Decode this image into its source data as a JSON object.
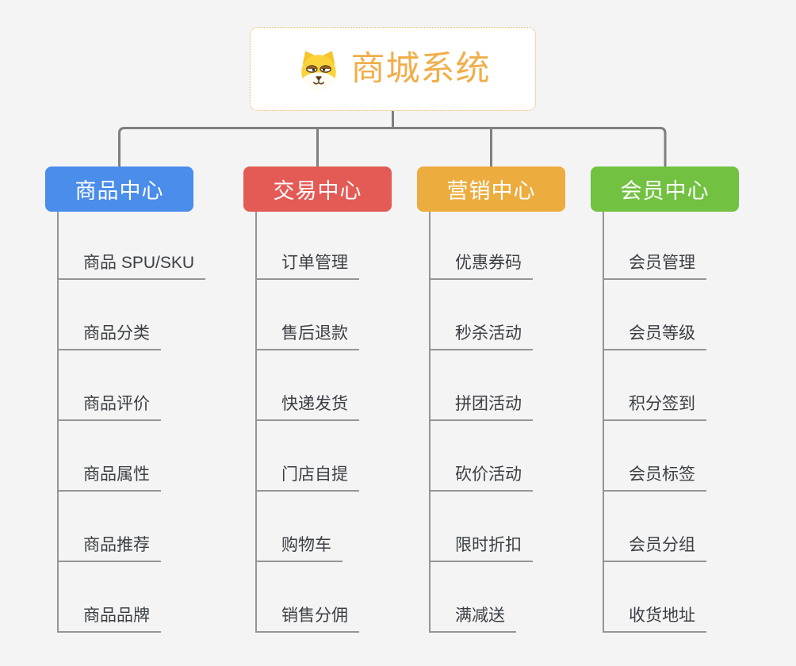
{
  "diagram": {
    "root": {
      "title": "商城系统",
      "icon": "shiba-dog-icon"
    },
    "branches": [
      {
        "label": "商品中心",
        "color": "#4a8deb",
        "children": [
          "商品 SPU/SKU",
          "商品分类",
          "商品评价",
          "商品属性",
          "商品推荐",
          "商品品牌"
        ]
      },
      {
        "label": "交易中心",
        "color": "#e45a55",
        "children": [
          "订单管理",
          "售后退款",
          "快递发货",
          "门店自提",
          "购物车",
          "销售分佣"
        ]
      },
      {
        "label": "营销中心",
        "color": "#edac3e",
        "children": [
          "优惠券码",
          "秒杀活动",
          "拼团活动",
          "砍价活动",
          "限时折扣",
          "满减送"
        ]
      },
      {
        "label": "会员中心",
        "color": "#72c140",
        "children": [
          "会员管理",
          "会员等级",
          "积分签到",
          "会员标签",
          "会员分组",
          "收货地址"
        ]
      }
    ],
    "colors": {
      "background": "#f4f4f4",
      "root_accent": "#f0ae4a",
      "connector_line": "#7f7f7f",
      "leaf_line": "#959595",
      "leaf_text": "#3b3f44"
    }
  }
}
